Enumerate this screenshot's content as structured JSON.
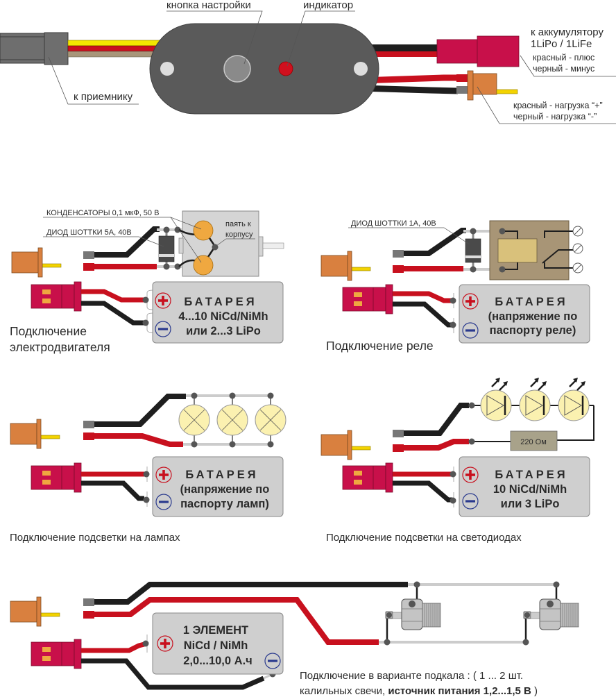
{
  "colors": {
    "module_body": "#5a5a5a",
    "wire_black": "#1e1e1e",
    "wire_red": "#c8101e",
    "wire_yellow": "#f3e600",
    "wire_tan": "#a8967a",
    "battery_fill": "#cfcfcf",
    "jst_connector": "#c8104a",
    "bec_connector": "#d9803f",
    "capacitor": "#efa840",
    "lamp": "#fbf1b0",
    "relay_body": "#a89576",
    "relay_coil": "#d9c17b",
    "plus_sign": "#c8101e",
    "minus_sign": "#2a3a8e"
  },
  "top_module": {
    "button_label": "кнопка настройки",
    "indicator_label": "индикатор",
    "receiver_label": "к приемнику",
    "battery_label_line1": "к аккумулятору",
    "battery_label_line2": "1LiPo / 1LiFe",
    "battery_red": "красный - плюс",
    "battery_black": "черный - минус",
    "load_red": "красный - нагрузка “+”",
    "load_black": "черный - нагрузка “-”"
  },
  "motor": {
    "capacitors_label": "КОНДЕНСАТОРЫ 0,1 мкФ, 50 В",
    "diode_label": "ДИОД ШОТТКИ 5А, 40В",
    "solder_label_1": "паять к",
    "solder_label_2": "корпусу",
    "battery_title": "БАТАРЕЯ",
    "battery_line1": "4...10  NiCd/NiMh",
    "battery_line2": "или  2...3 LiPo",
    "caption_1": "Подключение",
    "caption_2": "электродвигателя"
  },
  "relay": {
    "diode_label": "ДИОД ШОТТКИ 1А, 40В",
    "battery_title": "БАТАРЕЯ",
    "battery_line1": "(напряжение по",
    "battery_line2": "паспорту реле)",
    "caption": "Подключение  реле"
  },
  "lamps": {
    "battery_title": "БАТАРЕЯ",
    "battery_line1": "(напряжение по",
    "battery_line2": "паспорту ламп)",
    "caption": "Подключение  подсветки  на  лампах"
  },
  "leds": {
    "resistor_label": "220 Ом",
    "battery_title": "БАТАРЕЯ",
    "battery_line1": "10  NiCd/NiMh",
    "battery_line2": "или 3 LiPo",
    "caption": "Подключение  подсветки  на  светодиодах"
  },
  "glow": {
    "battery_line1": "1  ЭЛЕМЕНТ",
    "battery_line2": "NiCd / NiMh",
    "battery_line3": "2,0...10,0 А.ч",
    "caption_line1": "Подключение  в  варианте  подкала : (  1 ... 2  шт.",
    "caption_line2_normal": "калильных свечи, ",
    "caption_line2_bold": "источник питания 1,2...1,5 В",
    "caption_line2_end": " )"
  },
  "icons": {
    "plus": "+",
    "minus": "−"
  }
}
